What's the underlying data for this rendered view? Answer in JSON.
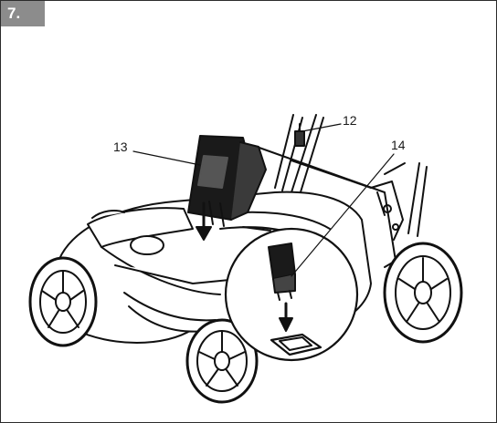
{
  "step": {
    "number": "7."
  },
  "callouts": {
    "battery_pack": "13",
    "safety_key": "12",
    "battery_compartment_socket": "14"
  }
}
